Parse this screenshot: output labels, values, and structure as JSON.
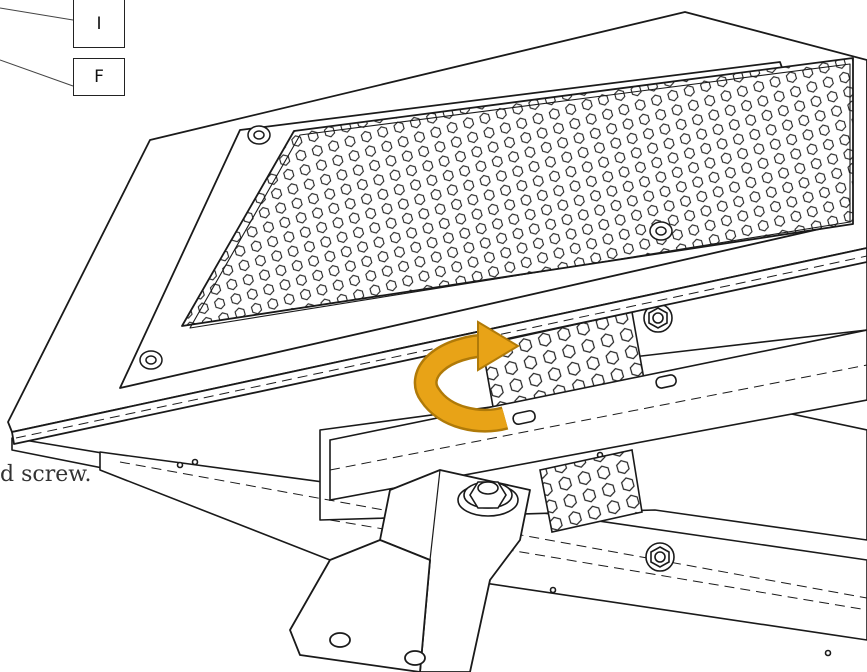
{
  "callouts": {
    "i": "I",
    "f": "F"
  },
  "caption_fragment": "d screw.",
  "colors": {
    "arrow": "#E8A317",
    "arrow_dark": "#B07A08",
    "line": "#1a1a1a",
    "fill": "#ffffff"
  }
}
